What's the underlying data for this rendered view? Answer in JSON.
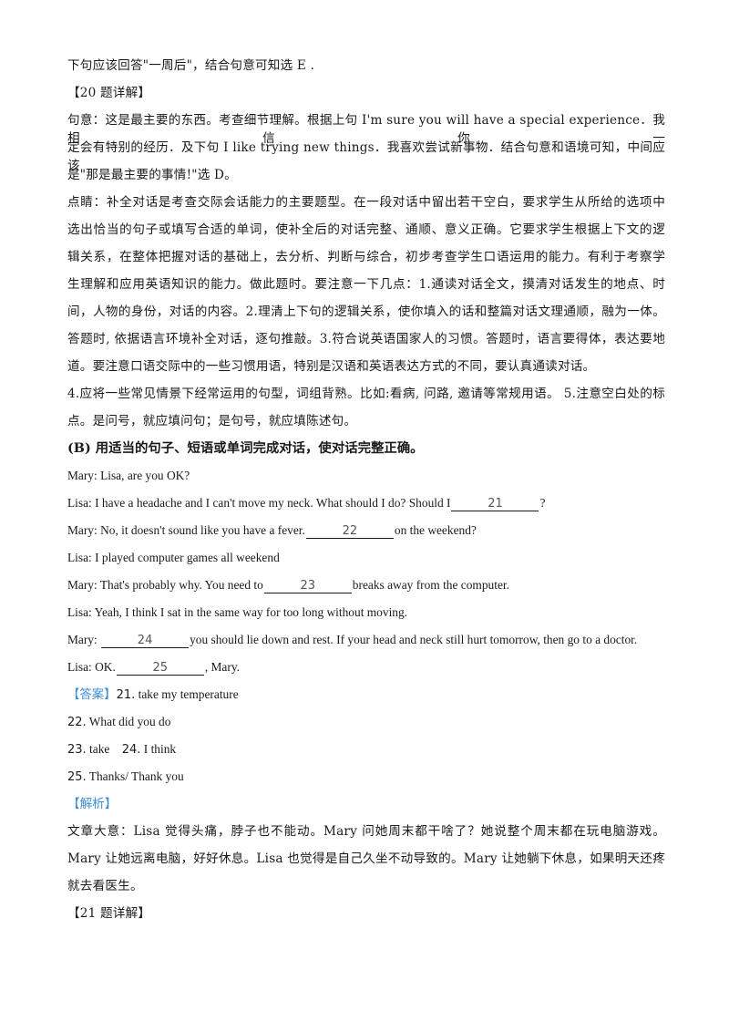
{
  "lines": [
    "下句应该回答\"一周后\"，结合句意可知选 E .",
    "【20 题详解】",
    "句意：这是最主要的东西。考查细节理解。根据上句 I'm sure you will have a special experience．我相信你一",
    "定会有特别的经历．及下句 I like trying new things．我喜欢尝试新事物．结合句意和语境可知，中间应该",
    "是\"那是最主要的事情!\"选 D。",
    "点睛：补全对话是考查交际会话能力的主要题型。在一段对话中留出若干空白，要求学生从所给的选项中",
    "选出恰当的句子或填写合适的单词，使补全后的对话完整、通顺、意义正确。它要求学生根据上下文的逻",
    "辑关系，在整体把握对话的基础上，去分析、判断与综合，初步考查学生口语运用的能力。有利于考察学",
    "生理解和应用英语知识的能力。做此题时。要注意一下几点：1.通读对话全文，摸清对话发生的地点、时",
    "间，人物的身份，对话的内容。2.理清上下句的逻辑关系，使你填入的话和整篇对话文理通顺，融为一体。",
    "答题时, 依据语言环境补全对话，逐句推敲。3.符合说英语国家人的习惯。答题时，语言要得体，表达要地",
    "道。要注意口语交际中的一些习惯用语，特别是汉语和英语表达方式的不同，要认真通读对话。",
    "4.应将一些常见情景下经常运用的句型，词组背熟。比如:看病, 问路, 邀请等常规用语。 5.注意空白处的标",
    "点。是问号，就应填问句；是句号，就应填陈述句。"
  ],
  "section_b": {
    "title": "(B) 用适当的句子、短语或单词完成对话，使对话完整正确。",
    "d1": "Mary: Lisa, are you OK?",
    "d2a": "Lisa: I have a headache and I can't move my neck. What should I do? Should I",
    "d2b": "?",
    "d3a": "Mary: No, it doesn't sound like you have a fever.",
    "d3b": "on the weekend?",
    "d4": "Lisa: I played computer games all weekend",
    "d5a": "Mary: That's probably why. You need to",
    "d5b": "breaks away from the computer.",
    "d6": "Lisa: Yeah, I think I sat in the same way for too long without moving.",
    "d7a": "Mary: ",
    "d7b": "you should lie down and rest. If your head and neck still hurt tomorrow, then go to a doctor.",
    "d8a": "Lisa: OK.",
    "d8b": ", Mary."
  },
  "blanks": [
    "21",
    "22",
    "23",
    "24",
    "25"
  ],
  "answers": {
    "label": "【答案】",
    "a21_num": "21.",
    "a21": " take my temperature",
    "a22_num": "22.",
    "a22": " What did you do",
    "a23_num": "23.",
    "a23": " take",
    "a24_num": "24.",
    "a24": " I think",
    "a25_num": "25.",
    "a25": " Thanks/ Thank you"
  },
  "analysis": {
    "label": "【解析】",
    "p1": "文章大意：Lisa 觉得头痛，脖子也不能动。Mary 问她周末都干啥了？她说整个周末都在玩电脑游戏。",
    "p2": "Mary 让她远离电脑，好好休息。Lisa 也觉得是自己久坐不动导致的。Mary 让她躺下休息，如果明天还疼",
    "p3": "就去看医生。",
    "detail": "【21 题详解】"
  }
}
